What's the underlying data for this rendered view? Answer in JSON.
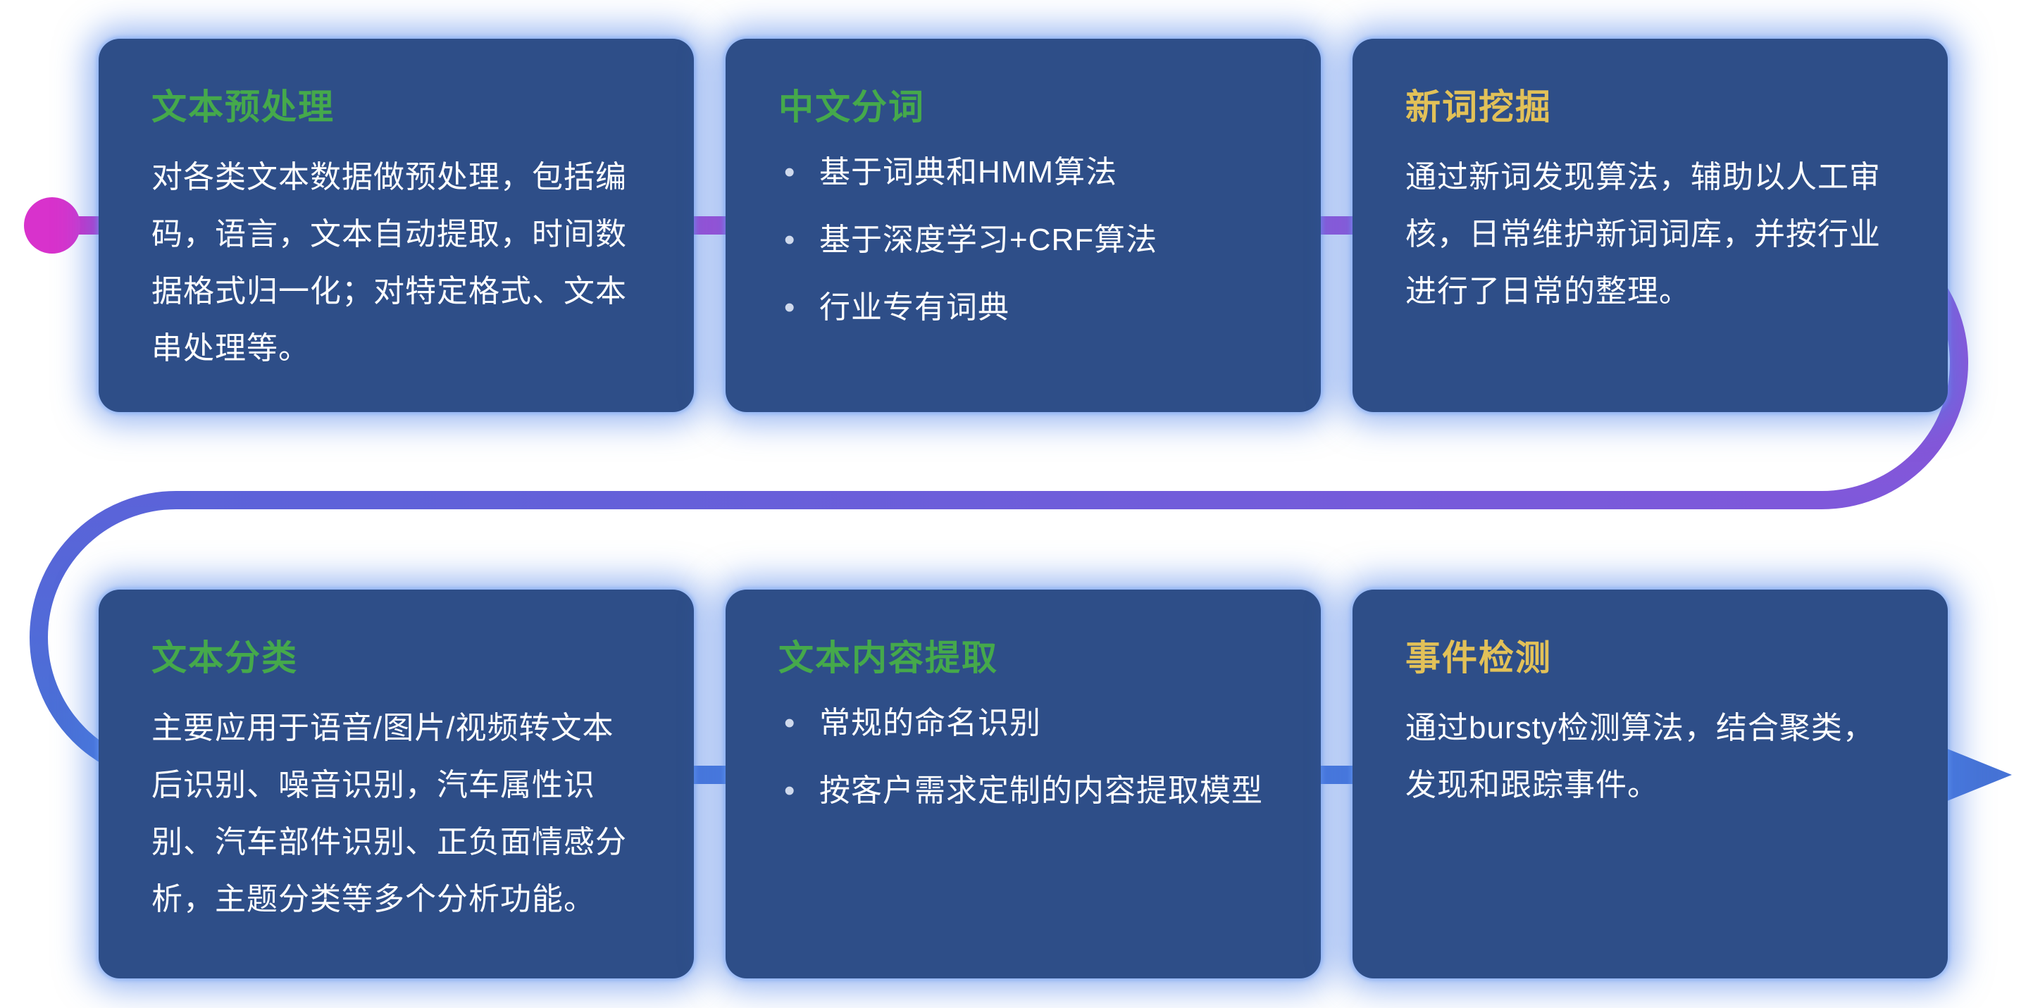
{
  "colors": {
    "card_background": "#2e4e88",
    "card_glow": "#4a80e7",
    "title_green": "#45a94b",
    "title_yellow": "#e2c158",
    "body_text": "#ffffff",
    "flow_start_dot": "#d832cc",
    "flow_magenta": "#d32cc6",
    "flow_purple": "#9b4fd4",
    "flow_violet": "#7f58da",
    "flow_indigo": "#5b63d9",
    "flow_blue": "#4673d6"
  },
  "cards": [
    {
      "id": "text-preprocessing",
      "title": "文本预处理",
      "title_color": "green",
      "body": "对各类文本数据做预处理，包括编码，语言，文本自动提取，时间数据格式归一化；对特定格式、文本串处理等。"
    },
    {
      "id": "chinese-word-segmentation",
      "title": "中文分词",
      "title_color": "green",
      "bullets": [
        "基于词典和HMM算法",
        "基于深度学习+CRF算法",
        "行业专有词典"
      ]
    },
    {
      "id": "new-word-mining",
      "title": "新词挖掘",
      "title_color": "yellow",
      "body": "通过新词发现算法，辅助以人工审核，日常维护新词词库，并按行业进行了日常的整理。"
    },
    {
      "id": "text-classification",
      "title": "文本分类",
      "title_color": "green",
      "body": "主要应用于语音/图片/视频转文本后识别、噪音识别，汽车属性识别、汽车部件识别、正负面情感分析，主题分类等多个分析功能。"
    },
    {
      "id": "text-content-extraction",
      "title": "文本内容提取",
      "title_color": "green",
      "bullets": [
        "常规的命名识别",
        "按客户需求定制的内容提取模型"
      ]
    },
    {
      "id": "event-detection",
      "title": "事件检测",
      "title_color": "yellow",
      "body": "通过bursty检测算法，结合聚类，发现和跟踪事件。"
    }
  ]
}
